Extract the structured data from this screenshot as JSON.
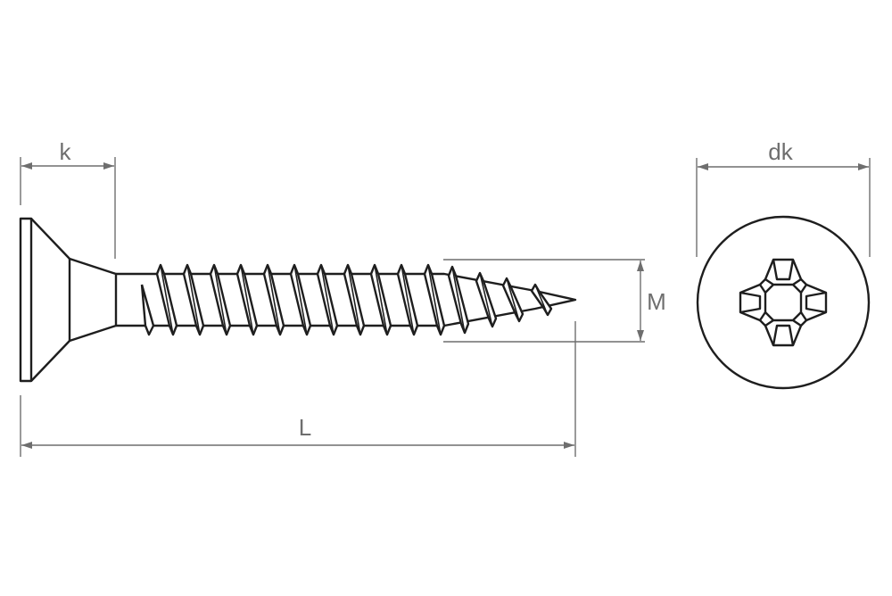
{
  "title": "Countersunk screw technical drawing (Phillips / PZ drive)",
  "colors": {
    "outline": "#1e1e1e",
    "dimension": "#6e6e6e",
    "background": "#ffffff"
  },
  "views": {
    "side": {
      "name": "Side view of countersunk screw",
      "thread_count": 16
    },
    "top": {
      "name": "Top view of head",
      "drive": "cross-recess (Pozidriv)"
    }
  },
  "dimensions": {
    "k": {
      "label": "k",
      "meaning": "head height"
    },
    "dk": {
      "label": "dk",
      "meaning": "head diameter"
    },
    "M": {
      "label": "M",
      "meaning": "thread diameter"
    },
    "L": {
      "label": "L",
      "meaning": "length"
    }
  }
}
